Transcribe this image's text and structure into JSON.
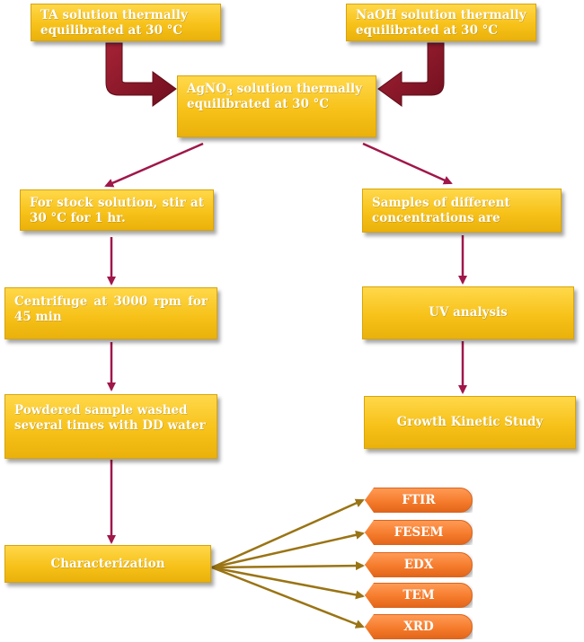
{
  "boxes": {
    "ta_solution": "TA solution thermally equilibrated at 30 °C",
    "naoh_solution": "NaOH solution thermally equilibrated at 30 °C",
    "agno3_prefix": "AgNO",
    "agno3_sub": "3",
    "agno3_suffix": " solution thermally equilibrated at 30 °C",
    "stock_solution": "For stock solution, stir at 30 °C for 1 hr.",
    "centrifuge": "Centrifuge at 3000 rpm for 45 min",
    "powdered_sample": "Powdered sample washed several times with DD water",
    "characterization": "Characterization",
    "samples": "Samples of different concentrations are",
    "uv_analysis": "UV analysis",
    "growth_kinetic": "Growth Kinetic Study"
  },
  "techniques": [
    "FTIR",
    "FESEM",
    "EDX",
    "TEM",
    "XRD"
  ],
  "colors": {
    "box_fill": "#f7c21a",
    "pill_fill": "#f47a2a",
    "arrow_crimson": "#a0174a",
    "block_arrow": "#8e1a2c",
    "fan_arrow": "#9a7414"
  }
}
